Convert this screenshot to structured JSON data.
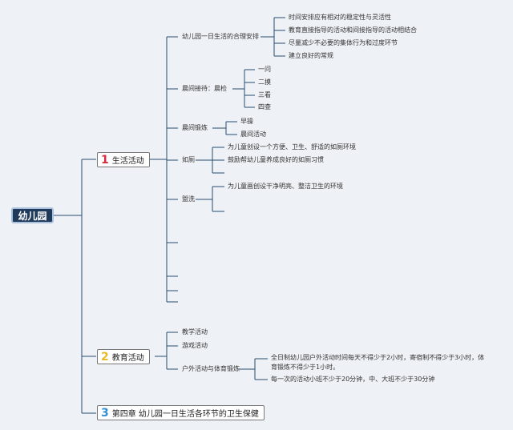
{
  "root": "幼儿园",
  "branches": [
    {
      "number": "1",
      "label": "生活活动",
      "color": "#d62e3c",
      "children": [
        {
          "label": "幼儿园一日生活的合理安排",
          "items": [
            "时间安排应有相对的稳定性与灵活性",
            "教育直接指导的活动和间接指导的活动相结合",
            "尽量减少不必要的集体行为和过度环节",
            "建立良好的常规"
          ]
        },
        {
          "label": "晨间接待：晨检",
          "items": [
            "一问",
            "二摸",
            "三看",
            "四查"
          ]
        },
        {
          "label": "晨间锻炼",
          "items": [
            "早操",
            "晨间活动"
          ]
        },
        {
          "label": "如厕",
          "items": [
            "为儿童创设一个方便、卫生、舒适的如厕环境",
            "鼓励帮幼儿童养成良好的如厕习惯"
          ]
        },
        {
          "label": "盥洗",
          "items": [
            "为儿童画创设干净明亮、整洁卫生的环境"
          ]
        }
      ]
    },
    {
      "number": "2",
      "label": "教育活动",
      "color": "#e8b923",
      "children": [
        {
          "label": "教学活动"
        },
        {
          "label": "游戏活动"
        },
        {
          "label": "户外活动与体育锻炼",
          "items": [
            "全日制幼儿园户外活动时间每天不得少于2小时，寄宿制不得少于3小时，体育锻炼不得少于1小时。",
            "每一次的活动小班不少于20分钟，中、大班不少于30分钟"
          ]
        }
      ]
    },
    {
      "number": "3",
      "label": "第四章 幼儿园一日生活各环节的卫生保健",
      "color": "#2e8fd6"
    }
  ],
  "style": {
    "line_color": "#2a4d6e",
    "root_fill": "#1f3a5a"
  }
}
